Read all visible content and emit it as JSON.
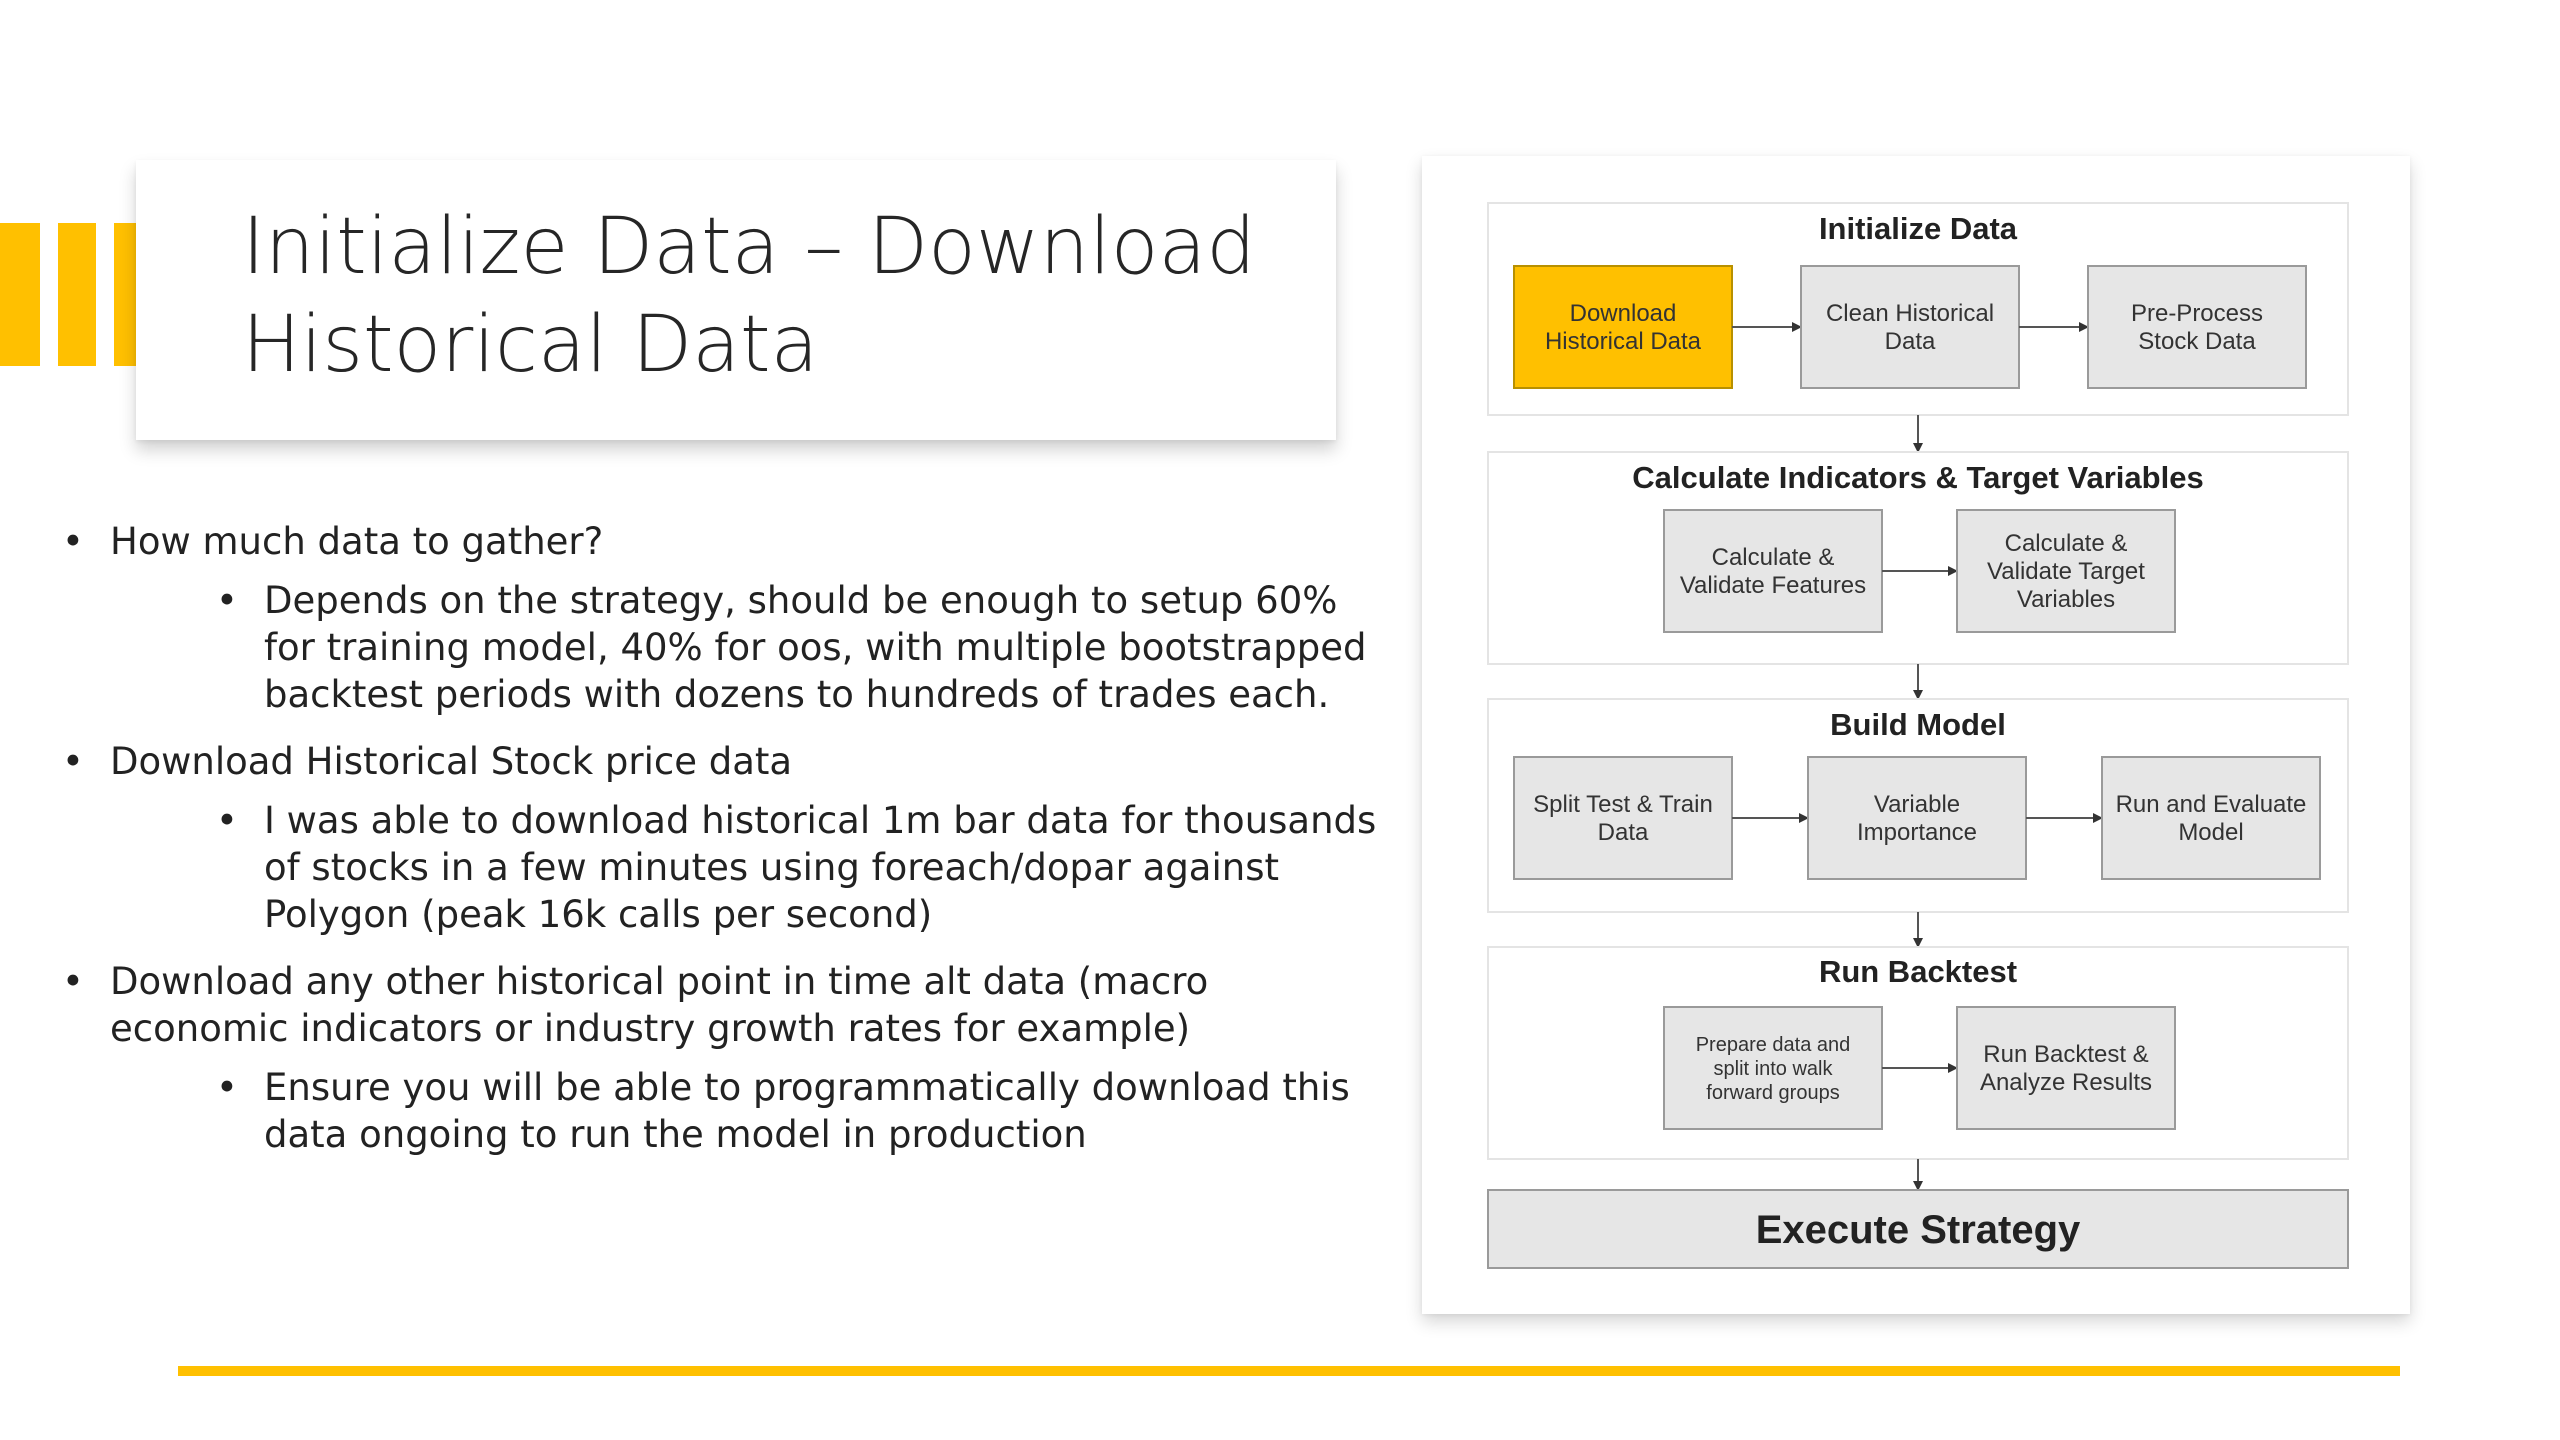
{
  "slide": {
    "title": "Initialize Data – Download\nHistorical Data",
    "colors": {
      "accent": "#FFC000",
      "highlight": "#FFC000",
      "box_fill": "#E6E6E6"
    },
    "bullets": [
      {
        "text": "How much data to gather?",
        "sub": [
          "Depends on the strategy, should be enough to setup 60% for training model, 40% for oos, with multiple bootstrapped backtest periods with dozens to hundreds of trades each."
        ]
      },
      {
        "text": "Download Historical Stock price data",
        "sub": [
          "I was able to download historical 1m bar data for thousands of stocks in a few minutes using foreach/dopar against Polygon (peak 16k calls per second)"
        ]
      },
      {
        "text": "Download any other historical point in time alt data (macro economic indicators or industry growth rates for example)",
        "sub": [
          "Ensure you will be able to programmatically download this data ongoing to run the model in production"
        ]
      }
    ]
  },
  "diagram": {
    "groups": [
      {
        "title": "Initialize Data",
        "boxes": [
          {
            "lines": [
              "Download",
              "Historical Data"
            ],
            "highlight": true
          },
          {
            "lines": [
              "Clean Historical",
              "Data"
            ],
            "highlight": false
          },
          {
            "lines": [
              "Pre-Process",
              "Stock Data"
            ],
            "highlight": false
          }
        ]
      },
      {
        "title": "Calculate Indicators & Target Variables",
        "boxes": [
          {
            "lines": [
              "Calculate &",
              "Validate Features"
            ],
            "highlight": false
          },
          {
            "lines": [
              "Calculate &",
              "Validate Target",
              "Variables"
            ],
            "highlight": false
          }
        ]
      },
      {
        "title": "Build Model",
        "boxes": [
          {
            "lines": [
              "Split Test & Train",
              "Data"
            ],
            "highlight": false
          },
          {
            "lines": [
              "Variable",
              "Importance"
            ],
            "highlight": false
          },
          {
            "lines": [
              "Run and Evaluate",
              "Model"
            ],
            "highlight": false
          }
        ]
      },
      {
        "title": "Run Backtest",
        "boxes": [
          {
            "lines": [
              "Prepare data and",
              "split into walk",
              "forward groups"
            ],
            "highlight": false
          },
          {
            "lines": [
              "Run Backtest &",
              "Analyze Results"
            ],
            "highlight": false
          }
        ]
      }
    ],
    "final": "Execute Strategy"
  }
}
